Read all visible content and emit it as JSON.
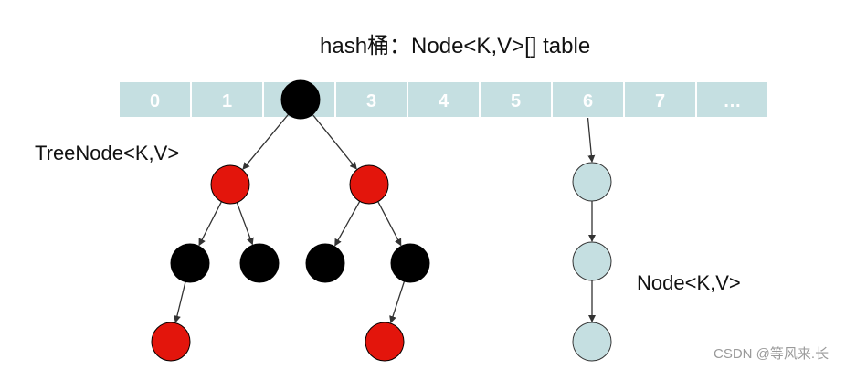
{
  "title": "hash桶：Node<K,V>[] table",
  "tree_label": "TreeNode<K,V>",
  "list_label": "Node<K,V>",
  "watermark": "CSDN @等风来.长",
  "table_cells": [
    "0",
    "1",
    "",
    "3",
    "4",
    "5",
    "6",
    "7",
    "…"
  ],
  "tree_nodes": [
    {
      "id": "root",
      "color": "black"
    },
    {
      "id": "left",
      "color": "red"
    },
    {
      "id": "right",
      "color": "red"
    },
    {
      "id": "left-left",
      "color": "black"
    },
    {
      "id": "left-right",
      "color": "black"
    },
    {
      "id": "right-left",
      "color": "black"
    },
    {
      "id": "right-right",
      "color": "black"
    },
    {
      "id": "left-left-child",
      "color": "red"
    },
    {
      "id": "right-right-child",
      "color": "red"
    }
  ],
  "list_nodes": [
    {
      "id": "list-node-1"
    },
    {
      "id": "list-node-2"
    },
    {
      "id": "list-node-3"
    }
  ],
  "colors": {
    "table_cell": "#c5dfe1",
    "table_border": "#ffffff",
    "tree_red": "#e3150c",
    "tree_black": "#000000",
    "list_node": "#c5dfe1",
    "edge": "#333333"
  }
}
